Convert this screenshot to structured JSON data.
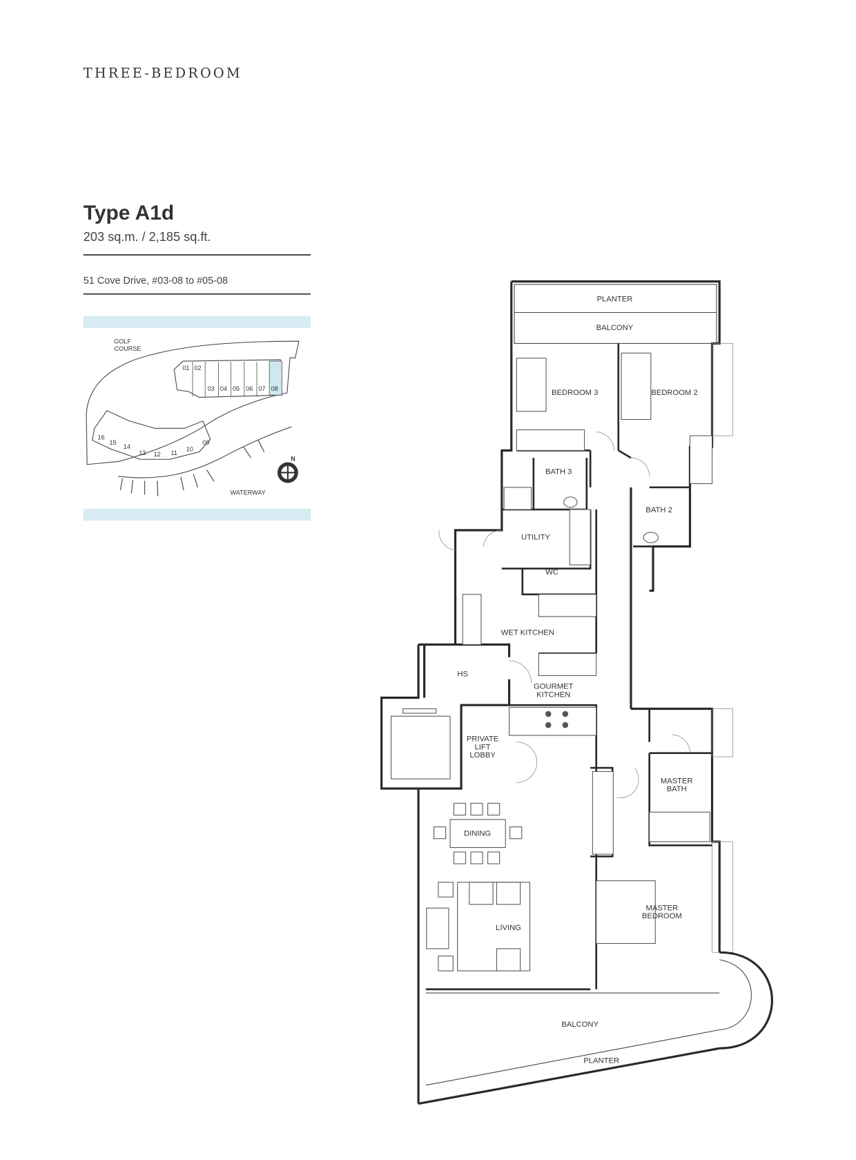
{
  "header": {
    "category": "THREE-BEDROOM"
  },
  "unit": {
    "type": "Type A1d",
    "area": "203 sq.m. / 2,185 sq.ft.",
    "address": "51 Cove Drive, #03-08 to #05-08"
  },
  "key_plan": {
    "labels": {
      "golf_line1": "GOLF",
      "golf_line2": "COURSE",
      "waterway": "WATERWAY",
      "north": "N"
    },
    "units_top": [
      "01",
      "02",
      "03",
      "04",
      "05",
      "06",
      "07",
      "08"
    ],
    "units_bottom": [
      "09",
      "10",
      "11",
      "12",
      "13",
      "14",
      "15",
      "16"
    ],
    "highlighted_unit": "08",
    "colors": {
      "band": "#d6ecf2",
      "highlight": "#cfe8f0"
    }
  },
  "rooms": {
    "planter_top": "PLANTER",
    "balcony_top": "BALCONY",
    "bedroom3": "BEDROOM 3",
    "bedroom2": "BEDROOM 2",
    "bath3": "BATH 3",
    "bath2": "BATH 2",
    "utility": "UTILITY",
    "wc": "WC",
    "wet_kitchen": "WET KITCHEN",
    "hs": "HS",
    "gourmet_1": "GOURMET",
    "gourmet_2": "KITCHEN",
    "lobby_1": "PRIVATE",
    "lobby_2": "LIFT",
    "lobby_3": "LOBBY",
    "master_bath_1": "MASTER",
    "master_bath_2": "BATH",
    "dining": "DINING",
    "living": "LIVING",
    "master_bed_1": "MASTER",
    "master_bed_2": "BEDROOM",
    "balcony_bottom": "BALCONY",
    "planter_bottom": "PLANTER"
  }
}
